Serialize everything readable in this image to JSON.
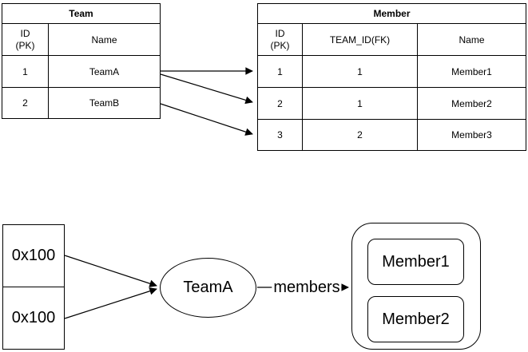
{
  "er_diagram": {
    "team_table": {
      "title": "Team",
      "headers": [
        "ID\n(PK)",
        "Name"
      ],
      "rows": [
        [
          "1",
          "TeamA"
        ],
        [
          "2",
          "TeamB"
        ]
      ]
    },
    "member_table": {
      "title": "Member",
      "headers": [
        "ID\n(PK)",
        "TEAM_ID(FK)",
        "Name"
      ],
      "rows": [
        [
          "1",
          "1",
          "Member1"
        ],
        [
          "2",
          "1",
          "Member2"
        ],
        [
          "3",
          "2",
          "Member3"
        ]
      ]
    }
  },
  "object_diagram": {
    "pointer_box": {
      "cells": [
        "0x100",
        "0x100"
      ]
    },
    "team_node_label": "TeamA",
    "edge_label": "members",
    "member_nodes": [
      "Member1",
      "Member2"
    ]
  },
  "colors": {
    "line": "#000000",
    "background": "#ffffff",
    "text": "#000000"
  }
}
